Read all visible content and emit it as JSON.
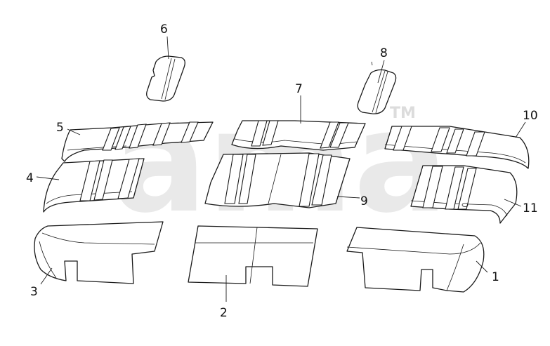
{
  "watermark": {
    "text": "ama",
    "tm": "TM",
    "color": "#e6e6e6"
  },
  "labels": [
    {
      "id": "1",
      "text": "1"
    },
    {
      "id": "2",
      "text": "2"
    },
    {
      "id": "3",
      "text": "3"
    },
    {
      "id": "4",
      "text": "4"
    },
    {
      "id": "5",
      "text": "5"
    },
    {
      "id": "6",
      "text": "6"
    },
    {
      "id": "7",
      "text": "7"
    },
    {
      "id": "8",
      "text": "8"
    },
    {
      "id": "9",
      "text": "9"
    },
    {
      "id": "10",
      "text": "10"
    },
    {
      "id": "11",
      "text": "11"
    }
  ]
}
